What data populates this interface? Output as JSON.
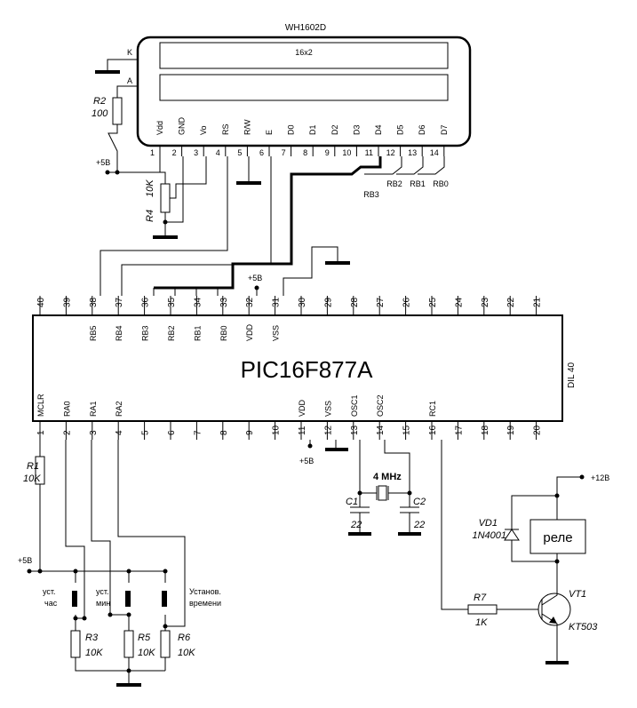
{
  "lcd": {
    "model": "WH1602D",
    "size": "16x2",
    "k": "K",
    "a": "A",
    "pins": [
      {
        "num": "1",
        "sig": "Vdd"
      },
      {
        "num": "2",
        "sig": "GND"
      },
      {
        "num": "3",
        "sig": "Vo"
      },
      {
        "num": "4",
        "sig": "RS"
      },
      {
        "num": "5",
        "sig": "R/W"
      },
      {
        "num": "6",
        "sig": "E"
      },
      {
        "num": "7",
        "sig": "D0"
      },
      {
        "num": "8",
        "sig": "D1"
      },
      {
        "num": "9",
        "sig": "D2"
      },
      {
        "num": "10",
        "sig": "D3"
      },
      {
        "num": "11",
        "sig": "D4"
      },
      {
        "num": "12",
        "sig": "D5"
      },
      {
        "num": "13",
        "sig": "D6"
      },
      {
        "num": "14",
        "sig": "D7"
      }
    ],
    "rb_labels": [
      "RB3",
      "RB2",
      "RB1",
      "RB0"
    ]
  },
  "mcu": {
    "name": "PIC16F877A",
    "package": "DIL 40",
    "top_nums": [
      "40",
      "39",
      "38",
      "37",
      "36",
      "35",
      "34",
      "33",
      "32",
      "31",
      "30",
      "29",
      "28",
      "27",
      "26",
      "25",
      "24",
      "23",
      "22",
      "21"
    ],
    "top_sigs": [
      "",
      "",
      "RB5",
      "RB4",
      "RB3",
      "RB2",
      "RB1",
      "RB0",
      "VDD",
      "VSS",
      "",
      "",
      "",
      "",
      "",
      "",
      "",
      "",
      "",
      ""
    ],
    "bottom_nums": [
      "1",
      "2",
      "3",
      "4",
      "5",
      "6",
      "7",
      "8",
      "9",
      "10",
      "11",
      "12",
      "13",
      "14",
      "15",
      "16",
      "17",
      "18",
      "19",
      "20"
    ],
    "bottom_sigs": [
      "MCLR",
      "RA0",
      "RA1",
      "RA2",
      "",
      "",
      "",
      "",
      "",
      "",
      "VDD",
      "VSS",
      "OSC1",
      "OSC2",
      "",
      "RC1",
      "",
      "",
      "",
      ""
    ]
  },
  "supply": {
    "v5": "+5B",
    "v12": "+12B"
  },
  "parts": {
    "r1": {
      "name": "R1",
      "value": "10K"
    },
    "r2": {
      "name": "R2",
      "value": "100"
    },
    "r3": {
      "name": "R3",
      "value": "10K"
    },
    "r4": {
      "name": "R4",
      "value": "10K"
    },
    "r5": {
      "name": "R5",
      "value": "10K"
    },
    "r6": {
      "name": "R6",
      "value": "10K"
    },
    "r7": {
      "name": "R7",
      "value": "1K"
    },
    "c1": {
      "name": "C1",
      "value": "22"
    },
    "c2": {
      "name": "C2",
      "value": "22"
    },
    "xtal": "4 MHz",
    "vd1": {
      "name": "VD1",
      "value": "1N4001"
    },
    "vt1": {
      "name": "VT1",
      "value": "KT503"
    },
    "relay": "реле"
  },
  "buttons": {
    "hour": [
      "уст.",
      "час"
    ],
    "min": [
      "уст.",
      "мин"
    ],
    "time": [
      "Установ.",
      "времени"
    ]
  }
}
